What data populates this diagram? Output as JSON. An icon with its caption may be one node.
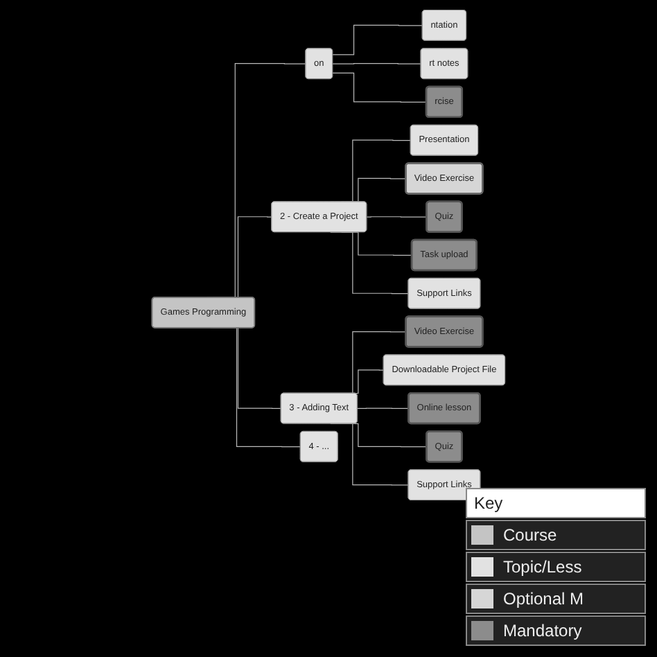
{
  "diagram": {
    "nodes": [
      {
        "text": [
          "Games Programming"
        ]
      },
      {
        "text": [
          "on"
        ]
      },
      {
        "text": [
          "2 - Create a Project"
        ]
      },
      {
        "text": [
          "3 - Adding Text"
        ]
      },
      {
        "text": [
          "4 - ..."
        ]
      },
      {
        "text": [
          "ntation"
        ]
      },
      {
        "text": [
          "rt notes"
        ]
      },
      {
        "text": [
          "rcise"
        ]
      },
      {
        "text": [
          "Presentation"
        ]
      },
      {
        "text": [
          "Video Exercise"
        ]
      },
      {
        "text": [
          "Quiz"
        ]
      },
      {
        "text": [
          "Task upload"
        ]
      },
      {
        "text": [
          "Support Links"
        ]
      },
      {
        "text": [
          "Video Exercise"
        ]
      },
      {
        "text": [
          "Downloadable Project File"
        ]
      },
      {
        "text": [
          "Online lesson"
        ]
      },
      {
        "text": [
          "Quiz"
        ]
      },
      {
        "text": [
          "Support Links"
        ]
      }
    ],
    "edges": [
      {
        "from": 0,
        "to": 1,
        "arrow": "none"
      },
      {
        "from": 0,
        "to": 2,
        "arrow": "none"
      },
      {
        "from": 0,
        "to": 3,
        "arrow": "none"
      },
      {
        "from": 0,
        "to": 4,
        "arrow": "none"
      },
      {
        "from": 1,
        "to": 5,
        "arrow": "none"
      },
      {
        "from": 1,
        "to": 6,
        "arrow": "none"
      },
      {
        "from": 1,
        "to": 7,
        "arrow": "none"
      },
      {
        "from": 2,
        "to": 8,
        "arrow": "none"
      },
      {
        "from": 2,
        "to": 9,
        "arrow": "none"
      },
      {
        "from": 2,
        "to": 10,
        "arrow": "none"
      },
      {
        "from": 2,
        "to": 11,
        "arrow": "none"
      },
      {
        "from": 2,
        "to": 12,
        "arrow": "none"
      },
      {
        "from": 3,
        "to": 13,
        "arrow": "none"
      },
      {
        "from": 3,
        "to": 14,
        "arrow": "none"
      },
      {
        "from": 3,
        "to": 15,
        "arrow": "none"
      },
      {
        "from": 3,
        "to": 16,
        "arrow": "none"
      },
      {
        "from": 3,
        "to": 17,
        "arrow": "none"
      }
    ],
    "labels": [
      "Key"
    ],
    "legend": [
      {
        "text": "Course",
        "color": "#c4c4c4"
      },
      {
        "text": "Topic/Less",
        "color": "#e2e2e2"
      },
      {
        "text": "Optional M",
        "color": "#d6d6d6"
      },
      {
        "text": "Mandatory",
        "color": "#8c8c8c"
      }
    ]
  }
}
